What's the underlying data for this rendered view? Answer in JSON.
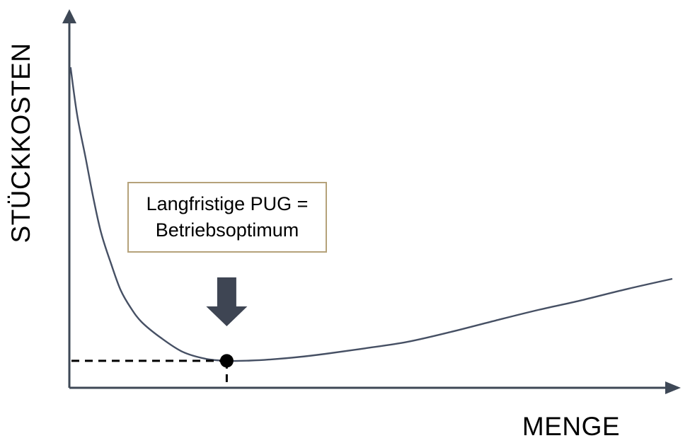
{
  "chart": {
    "y_axis_label": "STÜCKKOSTEN",
    "x_axis_label": "MENGE",
    "annotation_line1": "Langfristige PUG =",
    "annotation_line2": "Betriebsoptimum"
  },
  "colors": {
    "axis": "#3e4856",
    "curve": "#465064",
    "annotation_border": "#b5a27a",
    "dashed_line": "#000000",
    "marker": "#000000",
    "arrow": "#3e4553",
    "background": "#ffffff",
    "label_text": "#000000"
  },
  "chart_data": {
    "type": "line",
    "title": "",
    "xlabel": "MENGE",
    "ylabel": "STÜCKKOSTEN",
    "axis_tick_labels": "none (qualitative axes without numeric scale)",
    "xlim": [
      0,
      105
    ],
    "ylim": [
      0,
      110
    ],
    "x": [
      0.2,
      1.3,
      2.7,
      4.0,
      5.3,
      6.9,
      8.5,
      10.2,
      12.0,
      15.1,
      18.7,
      22.5,
      26.1,
      30.0,
      33.1,
      38.0,
      42.5,
      49.0,
      56.0,
      63.0,
      70.7,
      78.0,
      84.7,
      92.0,
      100.0
    ],
    "y": [
      100.0,
      85.0,
      71.7,
      59.0,
      48.1,
      38.8,
      30.5,
      24.9,
      20.5,
      15.7,
      11.3,
      9.1,
      8.4,
      8.5,
      8.8,
      9.6,
      10.6,
      12.3,
      14.3,
      17.3,
      21.0,
      24.4,
      27.2,
      30.6,
      34.0
    ],
    "min_point": {
      "x": 26.1,
      "y": 8.4
    },
    "annotations": [
      {
        "text": "Langfristige PUG = Betriebsoptimum",
        "type": "boxed-callout-with-down-arrow",
        "points_to": "minimum of unit-cost curve"
      }
    ],
    "guides": [
      {
        "type": "dashed-horizontal",
        "from": "y-axis",
        "to": "minimum point"
      },
      {
        "type": "dashed-vertical",
        "from": "minimum point",
        "to": "x-axis"
      }
    ],
    "grid": false,
    "legend": "none"
  }
}
